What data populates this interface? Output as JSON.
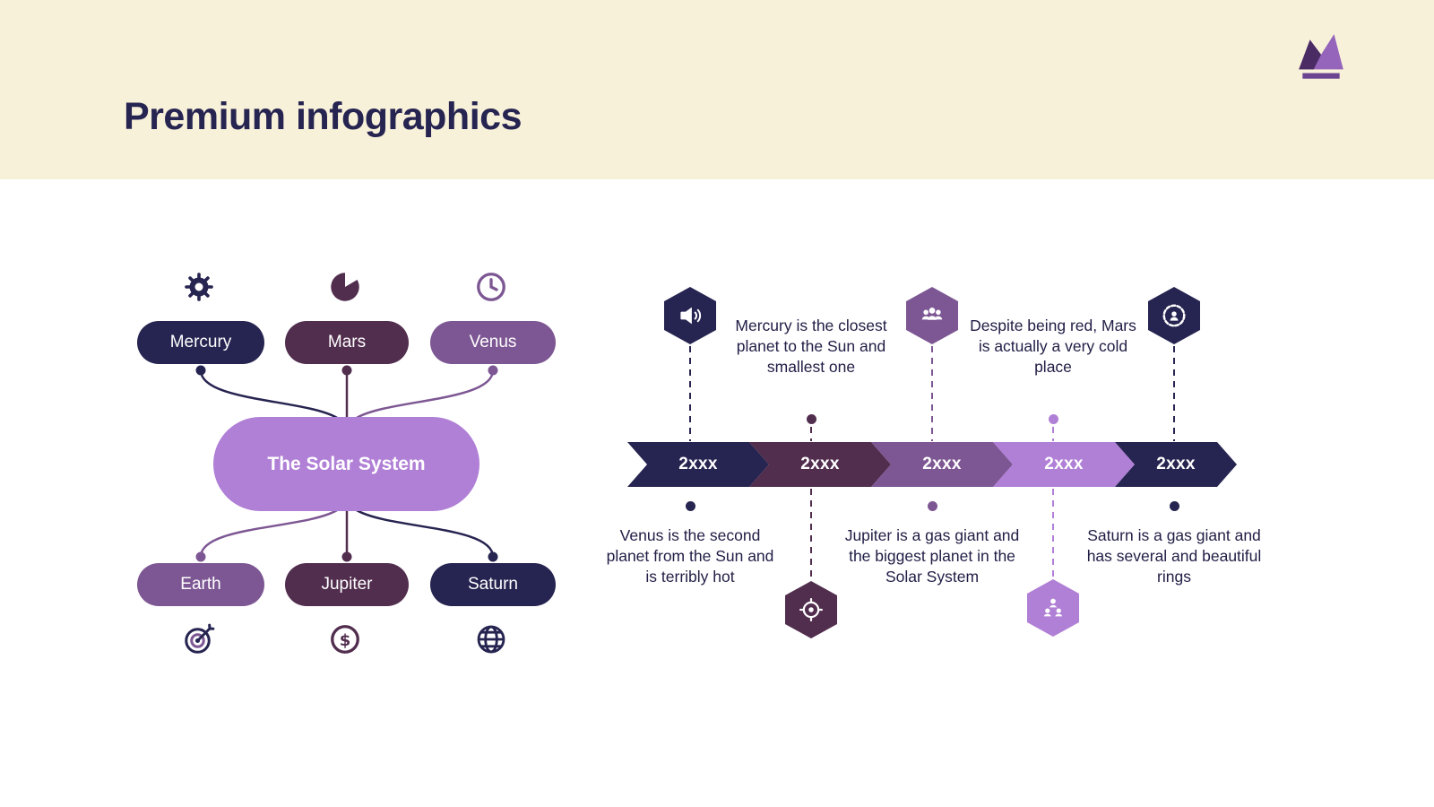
{
  "header": {
    "title": "Premium infographics",
    "logo": "crown-icon"
  },
  "palette": {
    "navy": "#262450",
    "plum": "#512d4e",
    "purple": "#7d5793",
    "lavender": "#b07fd6",
    "cream": "#f8f1da",
    "text": "#211d45"
  },
  "mindmap": {
    "center_label": "The Solar System",
    "top_nodes": [
      {
        "label": "Mercury",
        "icon": "gear-icon"
      },
      {
        "label": "Mars",
        "icon": "pie-chart-icon"
      },
      {
        "label": "Venus",
        "icon": "clock-icon"
      }
    ],
    "bottom_nodes": [
      {
        "label": "Earth",
        "icon": "target-dart-icon"
      },
      {
        "label": "Jupiter",
        "icon": "dollar-coin-icon"
      },
      {
        "label": "Saturn",
        "icon": "globe-icon"
      }
    ]
  },
  "timeline": {
    "items": [
      {
        "year": "2xxx",
        "icon": "megaphone-icon",
        "icon_position": "top",
        "text": "Venus is the second planet from the Sun and is terribly hot",
        "text_position": "bottom"
      },
      {
        "year": "2xxx",
        "icon": "crosshair-icon",
        "icon_position": "bottom",
        "text": "Mercury is the closest planet to the Sun and smallest one",
        "text_position": "top"
      },
      {
        "year": "2xxx",
        "icon": "team-icon",
        "icon_position": "top",
        "text": "Jupiter is a gas giant and the biggest planet in the Solar System",
        "text_position": "bottom"
      },
      {
        "year": "2xxx",
        "icon": "hierarchy-icon",
        "icon_position": "bottom",
        "text": "Despite being red, Mars is actually a very cold place",
        "text_position": "top"
      },
      {
        "year": "2xxx",
        "icon": "badge-icon",
        "icon_position": "top",
        "text": "Saturn is a gas giant and has several and beautiful rings",
        "text_position": "bottom"
      }
    ]
  }
}
